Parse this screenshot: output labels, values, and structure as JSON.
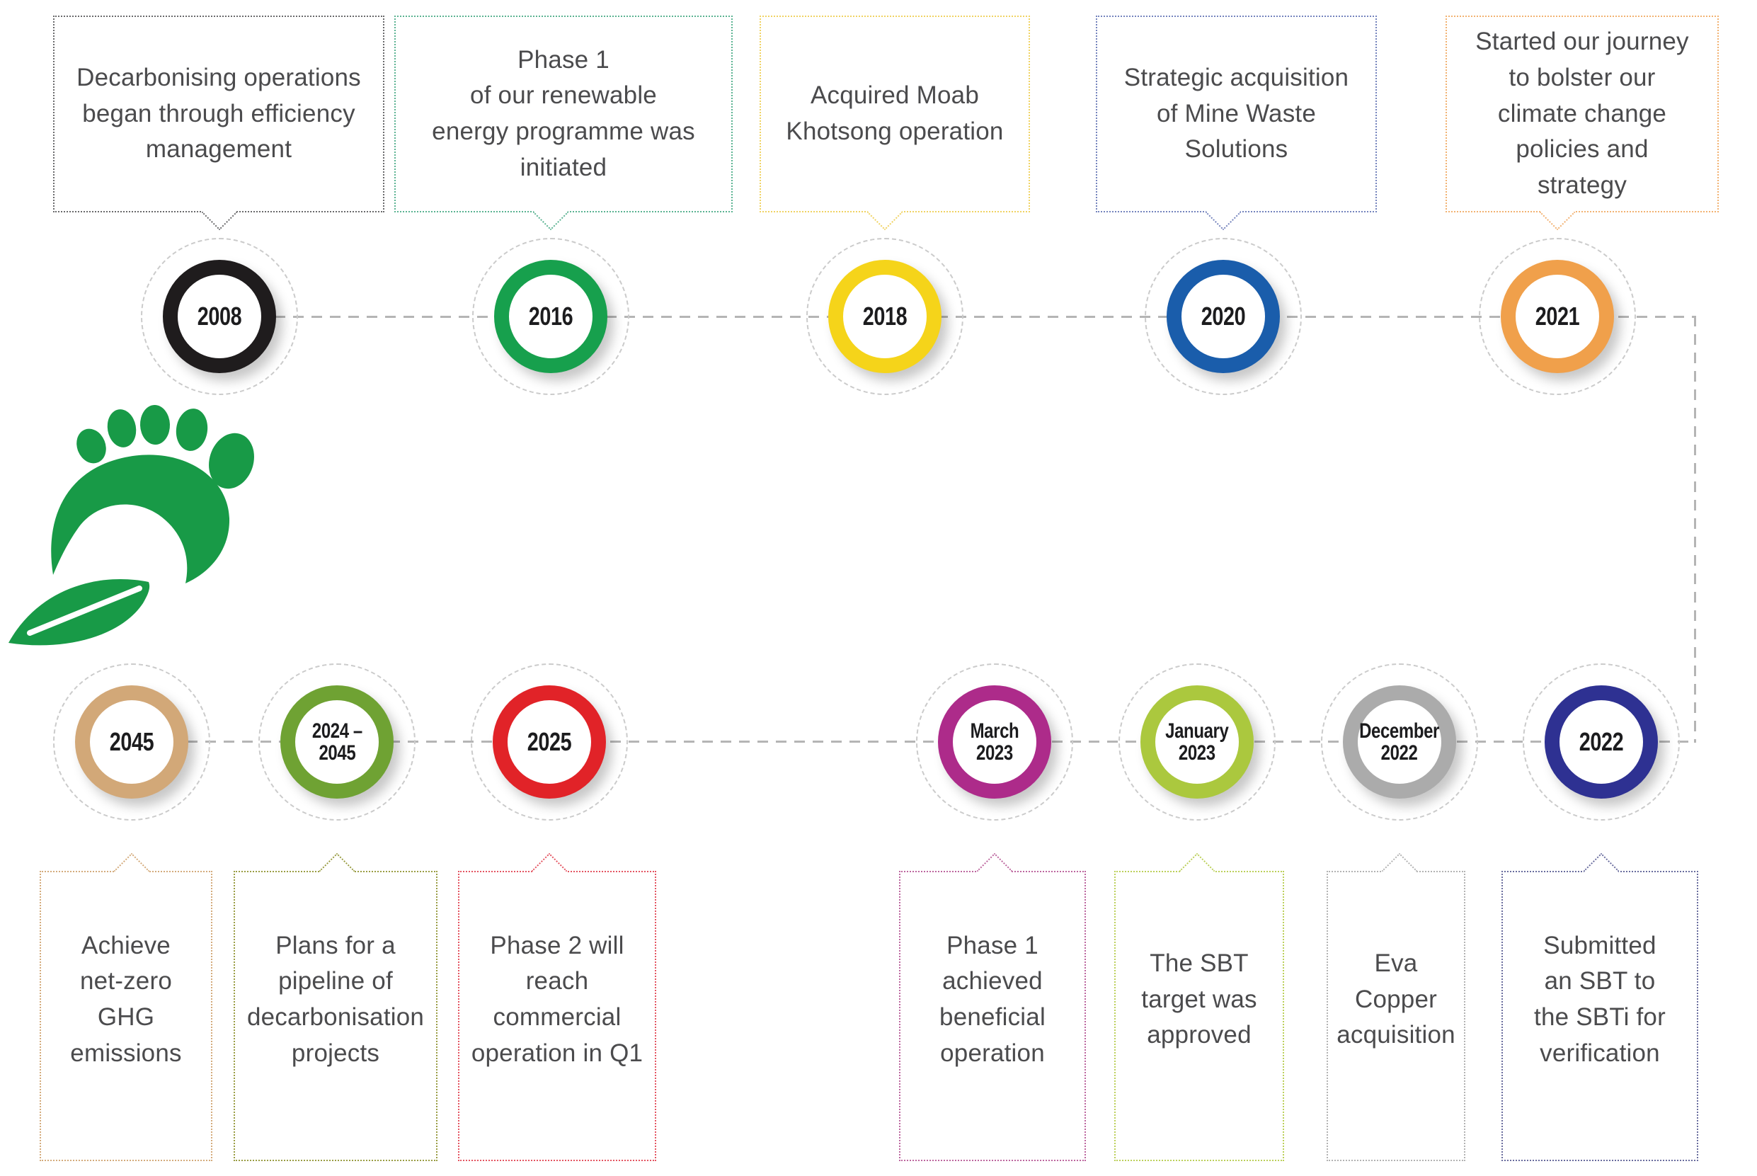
{
  "diagram": {
    "type": "timeline-infographic",
    "connector_color": "#b5b5b5",
    "text_color": "#4b4b4d"
  },
  "logo": {
    "label": "green-footprint-with-leaf",
    "color": "#189a47"
  },
  "top_row": [
    {
      "year": "2008",
      "circle_color": "#1f1c1d",
      "box_border_color": "#6a6a6c",
      "text": "Decarbonising operations\nbegan through efficiency\nmanagement"
    },
    {
      "year": "2016",
      "circle_color": "#17a04d",
      "box_border_color": "#5bb392",
      "text": "Phase 1\nof our renewable\nenergy programme was\ninitiated"
    },
    {
      "year": "2018",
      "circle_color": "#f5d41a",
      "box_border_color": "#f0d363",
      "text": "Acquired Moab\nKhotsong operation"
    },
    {
      "year": "2020",
      "circle_color": "#1a5dab",
      "box_border_color": "#7584bd",
      "text": "Strategic acquisition\nof Mine Waste\nSolutions"
    },
    {
      "year": "2021",
      "circle_color": "#f0a04b",
      "box_border_color": "#f2b272",
      "text": "Started our journey\nto bolster our\nclimate change\npolicies and\nstrategy"
    }
  ],
  "bottom_row": [
    {
      "year": "2045",
      "circle_color": "#d2a878",
      "box_border_color": "#d4ab7c",
      "text": "Achieve\nnet-zero\nGHG\nemissions"
    },
    {
      "year": "2024 –\n2045",
      "circle_color": "#6fa233",
      "box_border_color": "#9a9d44",
      "text": "Plans for a\npipeline of\ndecarbonisation\nprojects"
    },
    {
      "year": "2025",
      "circle_color": "#e12328",
      "box_border_color": "#e45562",
      "text": "Phase 2 will\nreach\ncommercial\noperation in Q1"
    },
    {
      "year": "March\n2023",
      "circle_color": "#ad2b8a",
      "box_border_color": "#bd679f",
      "text": "Phase 1\nachieved\nbeneficial\noperation"
    },
    {
      "year": "January\n2023",
      "circle_color": "#abc83e",
      "box_border_color": "#bcd05b",
      "text": "The SBT\ntarget was\napproved"
    },
    {
      "year": "December\n2022",
      "circle_color": "#ababab",
      "box_border_color": "#b3b3b3",
      "text": "Eva\nCopper\nacquisition"
    },
    {
      "year": "2022",
      "circle_color": "#2e3192",
      "box_border_color": "#6a6d9e",
      "text": "Submitted\nan SBT to\nthe SBTi for\nverification"
    }
  ]
}
